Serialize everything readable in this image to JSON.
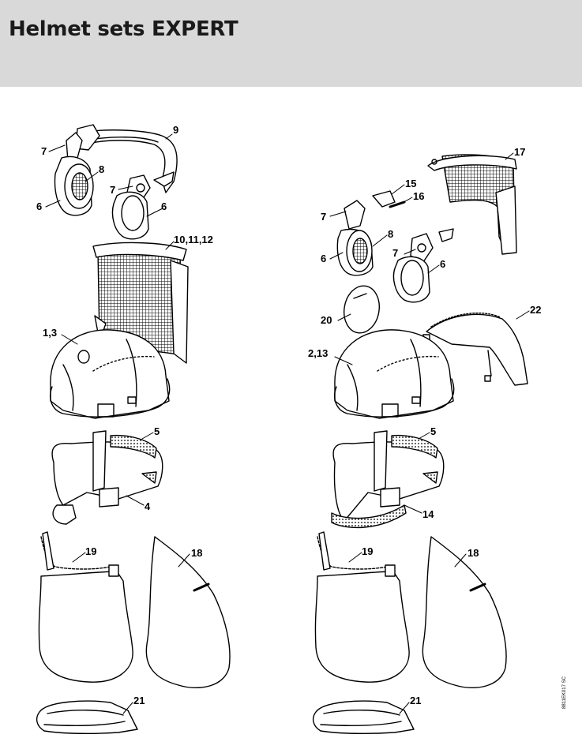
{
  "header": {
    "title": "Helmet sets EXPERT"
  },
  "left_set": {
    "labels": [
      "9",
      "7",
      "8",
      "7",
      "6",
      "6",
      "10,11,12",
      "1,3",
      "5",
      "4",
      "19",
      "18",
      "21"
    ]
  },
  "right_set": {
    "labels": [
      "17",
      "15",
      "16",
      "7",
      "8",
      "7",
      "6",
      "6",
      "20",
      "22",
      "2,13",
      "5",
      "14",
      "19",
      "18",
      "21"
    ]
  },
  "drawing_code": "8811EK017 SC"
}
